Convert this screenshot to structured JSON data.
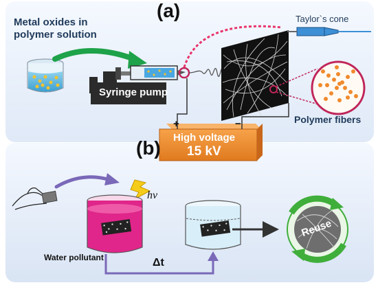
{
  "panel_a": {
    "letter": "(a)",
    "metal_oxides_line1": "Metal oxides in",
    "metal_oxides_line2": "polymer solution",
    "syringe_pump": "Syringe pump",
    "taylor_cone": "Taylor`s cone",
    "polymer_fibers": "Polymer fibers",
    "voltage_line1": "High voltage",
    "voltage_line2": "15 kV",
    "plus": "+",
    "minus": "−"
  },
  "panel_b": {
    "letter": "(b)",
    "hv": "hv",
    "water_pollutant": "Water pollutant",
    "delta_t": "Δt",
    "reuse": "Reuse"
  },
  "colors": {
    "pink_arc": "#e8336a",
    "green_arrow": "#1ea24a",
    "orange_box": "#f08a2c",
    "pollutant": "#e0268a",
    "purple_arrow": "#7a68b8",
    "reuse_green": "#3fae3a"
  }
}
